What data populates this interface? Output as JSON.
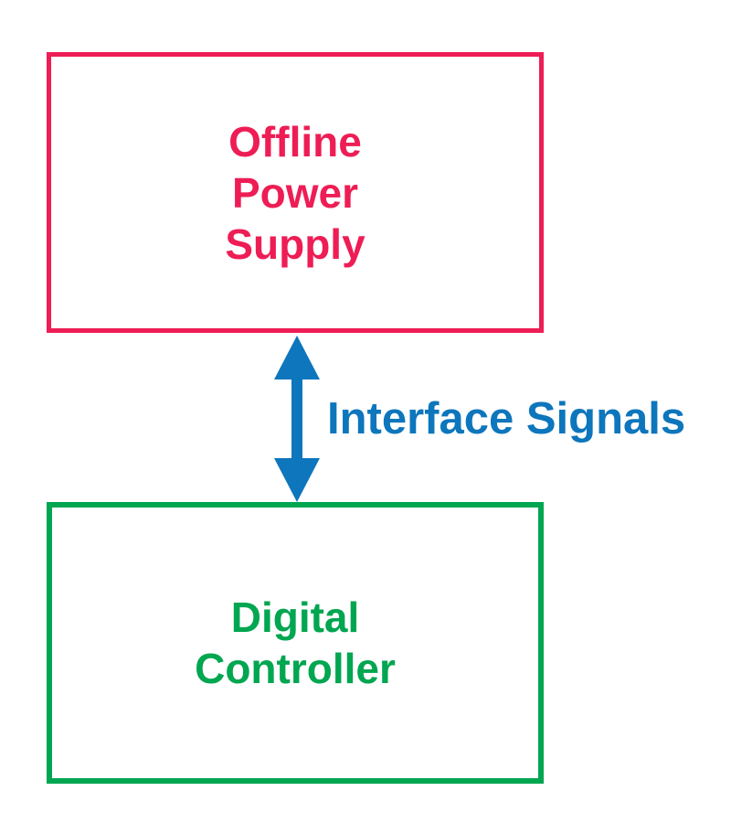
{
  "colors": {
    "supply": "#EE1D55",
    "controller": "#00A650",
    "connector": "#0D76BC",
    "background": "#FFFFFF"
  },
  "nodes": [
    {
      "id": "offline-power-supply",
      "lines": [
        "Offline",
        "Power",
        "Supply"
      ],
      "color": "#EE1D55"
    },
    {
      "id": "digital-controller",
      "lines": [
        "Digital",
        "Controller"
      ],
      "color": "#00A650"
    }
  ],
  "connector": {
    "type": "double-headed-vertical-arrow",
    "label": "Interface Signals",
    "color": "#0D76BC"
  }
}
